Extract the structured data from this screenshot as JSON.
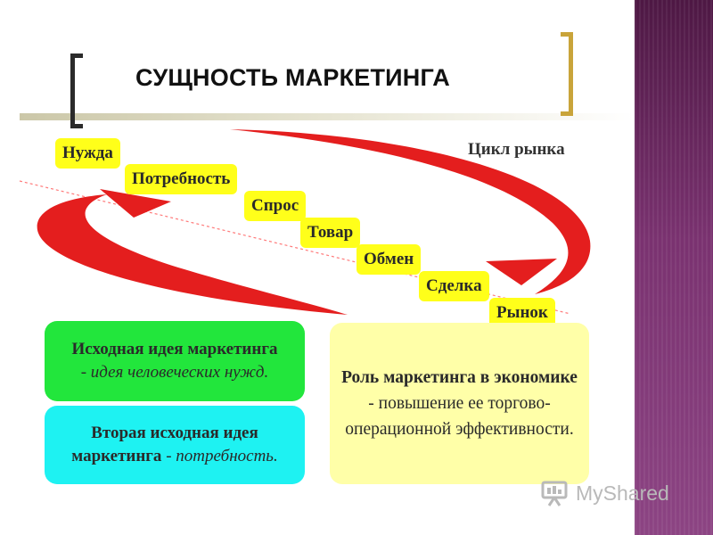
{
  "header": {
    "title": "СУЩНОСТЬ МАРКЕТИНГА"
  },
  "cycle": {
    "label": "Цикл рынка",
    "steps": [
      "Нужда",
      "Потребность",
      "Спрос",
      "Товар",
      "Обмен",
      "Сделка",
      "Рынок"
    ]
  },
  "boxes": {
    "first_idea": {
      "strong": "Исходная идея маркетинга",
      "rest": "- идея человеческих нужд."
    },
    "second_idea": {
      "strong": "Вторая исходная идея маркетинга",
      "rest": " - потребность."
    },
    "role": {
      "strong": "Роль маркетинга в экономике",
      "rest": " - повышение ее торгово-операционной эффективности."
    }
  },
  "watermark": {
    "text": "MyShared",
    "icon": "presentation-board-icon"
  },
  "colors": {
    "accent_purple": "#6a2a60",
    "arrow_red": "#e41e1e",
    "step_yellow": "#ffff1a",
    "box_green": "#22e63c",
    "box_cyan": "#1ef2f2",
    "box_yellow": "#ffffa8"
  }
}
